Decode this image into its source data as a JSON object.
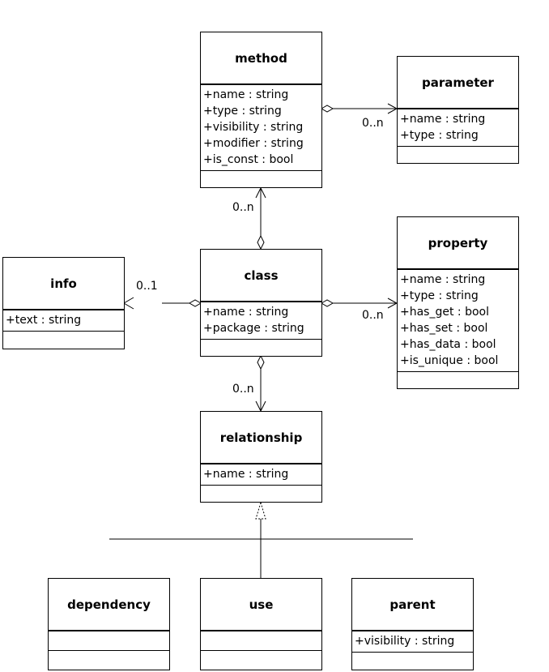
{
  "colors": {
    "line": "#000000",
    "background": "#ffffff"
  },
  "classes": {
    "method": {
      "name": "method",
      "attrs": [
        "+name : string",
        "+type : string",
        "+visibility : string",
        "+modifier : string",
        "+is_const : bool"
      ]
    },
    "parameter": {
      "name": "parameter",
      "attrs": [
        "+name : string",
        "+type : string"
      ]
    },
    "property": {
      "name": "property",
      "attrs": [
        "+name : string",
        "+type : string",
        "+has_get : bool",
        "+has_set : bool",
        "+has_data : bool",
        "+is_unique : bool"
      ]
    },
    "info": {
      "name": "info",
      "attrs": [
        "+text : string"
      ]
    },
    "class": {
      "name": "class",
      "attrs": [
        "+name : string",
        "+package : string"
      ]
    },
    "relationship": {
      "name": "relationship",
      "attrs": [
        "+name : string"
      ]
    },
    "dependency": {
      "name": "dependency",
      "attrs": []
    },
    "use": {
      "name": "use",
      "attrs": []
    },
    "parent": {
      "name": "parent",
      "attrs": [
        "+visibility : string"
      ]
    }
  },
  "multiplicities": {
    "method_parameter": "0..n",
    "class_method": "0..n",
    "class_info": "0..1",
    "class_property": "0..n",
    "class_relationship": "0..n"
  }
}
